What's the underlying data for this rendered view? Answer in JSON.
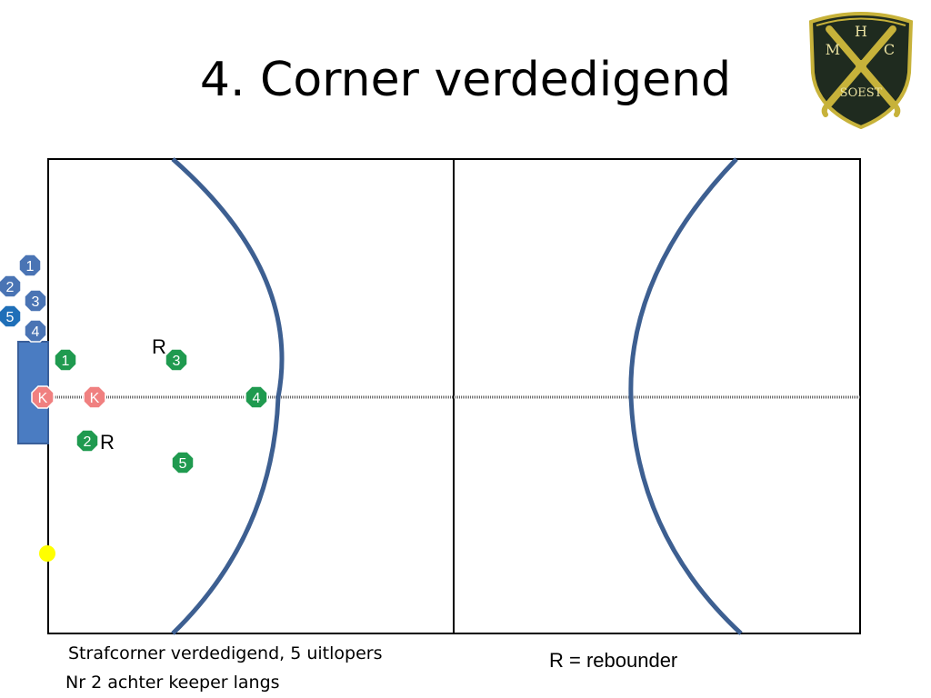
{
  "title": "4. Corner verdedigend",
  "logo": {
    "letters": [
      "H",
      "M",
      "C"
    ],
    "name": "SOEST"
  },
  "attackers": [
    "1",
    "2",
    "3",
    "5",
    "4"
  ],
  "defenders": [
    "1",
    "3",
    "4",
    "2",
    "5"
  ],
  "keepers": [
    "K",
    "K"
  ],
  "rebounder_marks": [
    "R",
    "R"
  ],
  "captions": {
    "line1": "Strafcorner verdedigend, 5 uitlopers",
    "line2": "Nr 2 achter keeper langs",
    "legend": "R = rebounder"
  },
  "colors": {
    "attacker": "#4a74b4",
    "defender": "#1f9a4f",
    "keeper": "#f08080",
    "circle_line": "#3d5f91",
    "goal": "#4a7cc2",
    "ball": "#ffff00",
    "shield_dark": "#1f2b1f",
    "shield_gold": "#c7b23a"
  }
}
